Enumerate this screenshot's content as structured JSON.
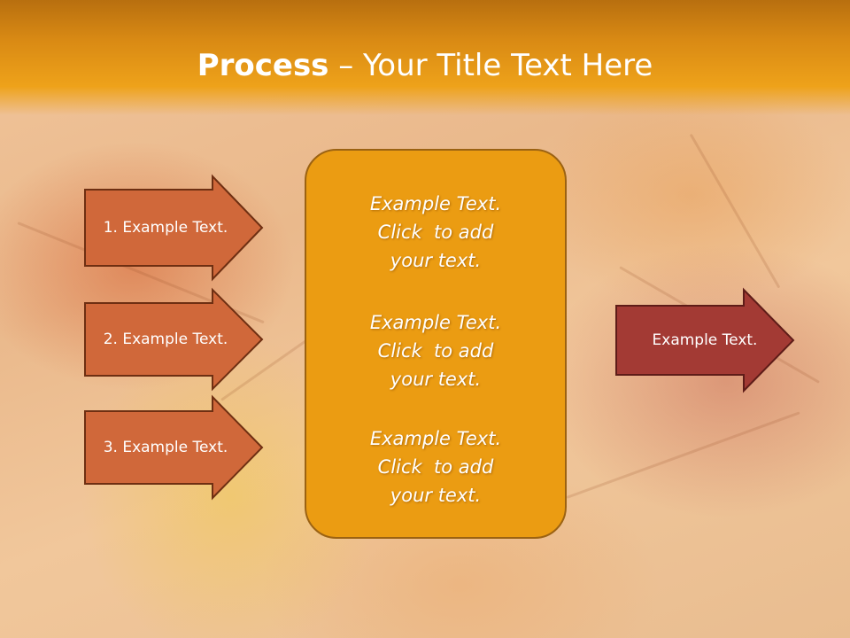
{
  "title": {
    "bold": "Process",
    "rest": " – Your Title Text Here"
  },
  "steps": [
    {
      "label": "1. Example Text."
    },
    {
      "label": "2. Example Text."
    },
    {
      "label": "3. Example Text."
    }
  ],
  "center_box": {
    "blocks": [
      {
        "lines": [
          "Example Text.",
          "Click  to add",
          "your text."
        ]
      },
      {
        "lines": [
          "Example Text.",
          "Click  to add",
          "your text."
        ]
      },
      {
        "lines": [
          "Example Text.",
          "Click  to add",
          "your text."
        ]
      }
    ]
  },
  "result": {
    "label": "Example Text."
  },
  "colors": {
    "header": "#eea21a",
    "step_arrow_fill": "#d0683a",
    "step_arrow_stroke": "#6e2f12",
    "center_box_fill": "#eb9c12",
    "result_arrow_fill": "#a33a34",
    "result_arrow_stroke": "#5e1c18"
  }
}
